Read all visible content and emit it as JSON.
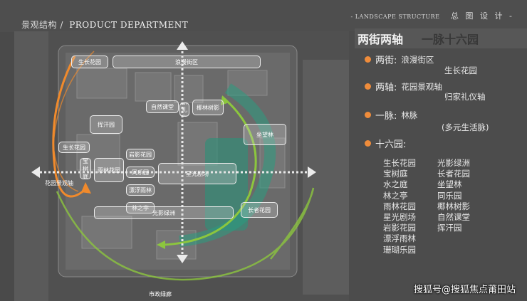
{
  "header": {
    "breadcrumb_cn": "景观结构 /",
    "breadcrumb_en": "PRODUCT DEPARTMENT",
    "section_en": "- LANDSCAPE STRUCTURE",
    "section_cn": "总 图 设 计 -"
  },
  "panel": {
    "headline_a": "两街两轴",
    "headline_b": "一脉十六园",
    "streets_label": "两街:",
    "streets_1": "浪漫街区",
    "streets_2": "生长花园",
    "axes_label": "两轴:",
    "axes_1": "花园景观轴",
    "axes_2": "归家礼仪轴",
    "vein_label": "一脉:",
    "vein_1": "林脉",
    "vein_2": "(多元生活脉)",
    "gardens_label": "十六园:",
    "gardens_col1": [
      "生长花园",
      "宝树庭",
      "水之庭",
      "林之亭",
      "雨林花园",
      "星光剧场",
      "岩影花园",
      "漂浮雨林",
      "珊瑚乐园"
    ],
    "gardens_col2": [
      "光影绿洲",
      "长者花园",
      "坐望林",
      "同乐园",
      "椰林树影",
      "自然课堂",
      "挥汗园"
    ]
  },
  "map": {
    "labels": [
      "生长花园",
      "浪漫街区",
      "自然课堂",
      "椰林树影",
      "挥汗园",
      "生长花园",
      "宝树庭",
      "雨林花园",
      "岩影花园",
      "同乐园",
      "漂浮雨林",
      "林之亭",
      "星光剧场",
      "坐望林",
      "光影绿洲",
      "长者花园",
      "归家礼仪轴",
      "花园景观轴",
      "市政绿廊"
    ],
    "colors": {
      "orange_axis": "#f08a2c",
      "green_axis": "#8cc63e",
      "teal_vein": "#2a9d7f"
    }
  },
  "watermark": "搜狐号@搜狐焦点莆田站"
}
